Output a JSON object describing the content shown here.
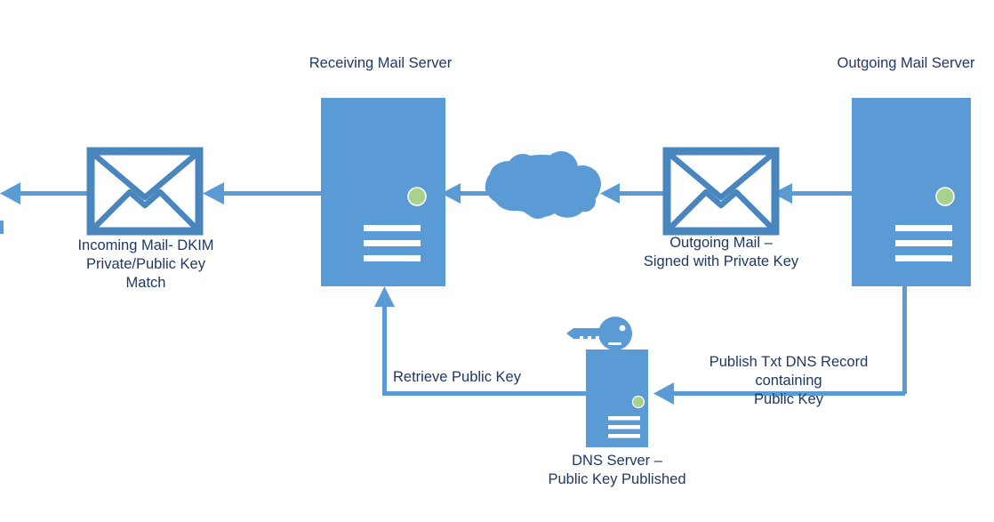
{
  "diagram": {
    "title_receiving": "Receiving Mail Server",
    "title_outgoing": "Outgoing Mail Server",
    "label_incoming_mail": "Incoming Mail- DKIM\nPrivate/Public Key\nMatch",
    "label_outgoing_mail": "Outgoing Mail –\nSigned with Private Key",
    "label_dns_server": "DNS Server –\nPublic Key Published",
    "label_retrieve_key": "Retrieve Public Key",
    "label_publish_record": "Publish Txt DNS Record containing\nPublic Key",
    "colors": {
      "shape_blue": "#5B9BD5",
      "text_navy": "#1F3864",
      "led_green": "#A9D18E",
      "background": "#FFFFFF",
      "white": "#FFFFFF"
    },
    "icons": {
      "server": "server-icon",
      "envelope": "envelope-icon",
      "cloud": "cloud-icon",
      "key": "key-icon",
      "led": "status-led-icon",
      "arrow": "arrow-left-icon"
    }
  }
}
